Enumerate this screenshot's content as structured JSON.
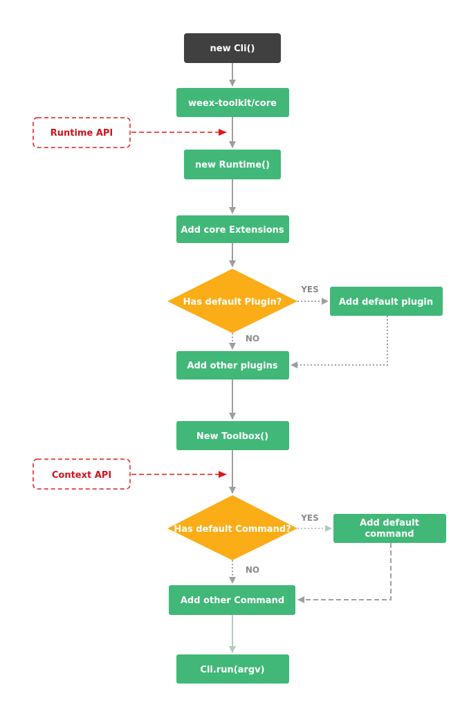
{
  "colors": {
    "start_node": "#404040",
    "process_node": "#41b878",
    "decision_node": "#fbad17",
    "api_border": "#e0191f",
    "api_text": "#d0121b",
    "arrow": "#9e9e9e"
  },
  "nodes": {
    "new_cli": "new Cli()",
    "weex_toolkit_core": "weex-toolkit/core",
    "new_runtime": "new Runtime()",
    "add_core_extensions": "Add core Extensions",
    "has_default_plugin": "Has default Plugin?",
    "add_default_plugin": "Add default plugin",
    "add_other_plugins": "Add other plugins",
    "new_toolbox": "New Toolbox()",
    "has_default_command": "Has default Command?",
    "add_default_command_line1": "Add default",
    "add_default_command_line2": "command",
    "add_other_command": "Add other Command",
    "cli_run": "Cli.run(argv)"
  },
  "api_boxes": {
    "runtime_api": "Runtime API",
    "context_api": "Context API"
  },
  "edge_labels": {
    "plugin_yes": "YES",
    "plugin_no": "NO",
    "command_yes": "YES",
    "command_no": "NO"
  }
}
